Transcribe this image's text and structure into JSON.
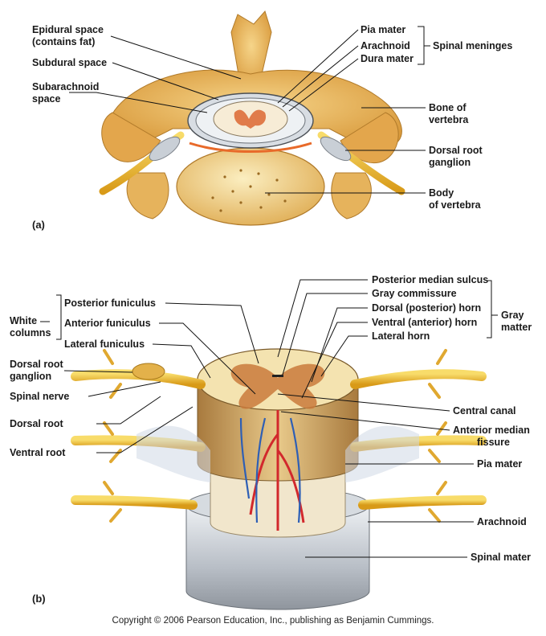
{
  "figure_a": {
    "letter": "(a)",
    "labels": {
      "epidural_1": "Epidural space",
      "epidural_2": "(contains fat)",
      "subdural": "Subdural space",
      "subarachnoid_1": "Subarachnoid",
      "subarachnoid_2": "space",
      "pia": "Pia mater",
      "arachnoid": "Arachnoid",
      "dura": "Dura mater",
      "meninges": "Spinal meninges",
      "bone_1": "Bone of",
      "bone_2": "vertebra",
      "drg_1": "Dorsal root",
      "drg_2": "ganglion",
      "body_1": "Body",
      "body_2": "of vertebra"
    }
  },
  "figure_b": {
    "letter": "(b)",
    "labels": {
      "white_1": "White",
      "white_2": "columns",
      "post_fun": "Posterior funiculus",
      "ant_fun": "Anterior funiculus",
      "lat_fun": "Lateral funiculus",
      "post_sulcus": "Posterior median sulcus",
      "gray_comm": "Gray commissure",
      "dorsal_horn": "Dorsal (posterior) horn",
      "ventral_horn": "Ventral (anterior) horn",
      "lateral_horn": "Lateral horn",
      "gray_1": "Gray",
      "gray_2": "matter",
      "drg_1": "Dorsal root",
      "drg_2": "ganglion",
      "spinal_nerve": "Spinal nerve",
      "dorsal_root": "Dorsal root",
      "ventral_root": "Ventral root",
      "central_canal": "Central canal",
      "ant_fissure_1": "Anterior median",
      "ant_fissure_2": "fissure",
      "pia": "Pia mater",
      "arachnoid": "Arachnoid",
      "spinal_mater": "Spinal mater"
    }
  },
  "copyright": "Copyright © 2006 Pearson Education, Inc., publishing as Benjamin Cummings.",
  "colors": {
    "bone": "#e8b455",
    "bone_dark": "#c98c2e",
    "nerve": "#f2c230",
    "gray_matter": "#c97a3c",
    "white_matter": "#f4e3b0",
    "dura": "#c9cfd6",
    "artery": "#d2282c",
    "vein": "#2e5fb5"
  }
}
